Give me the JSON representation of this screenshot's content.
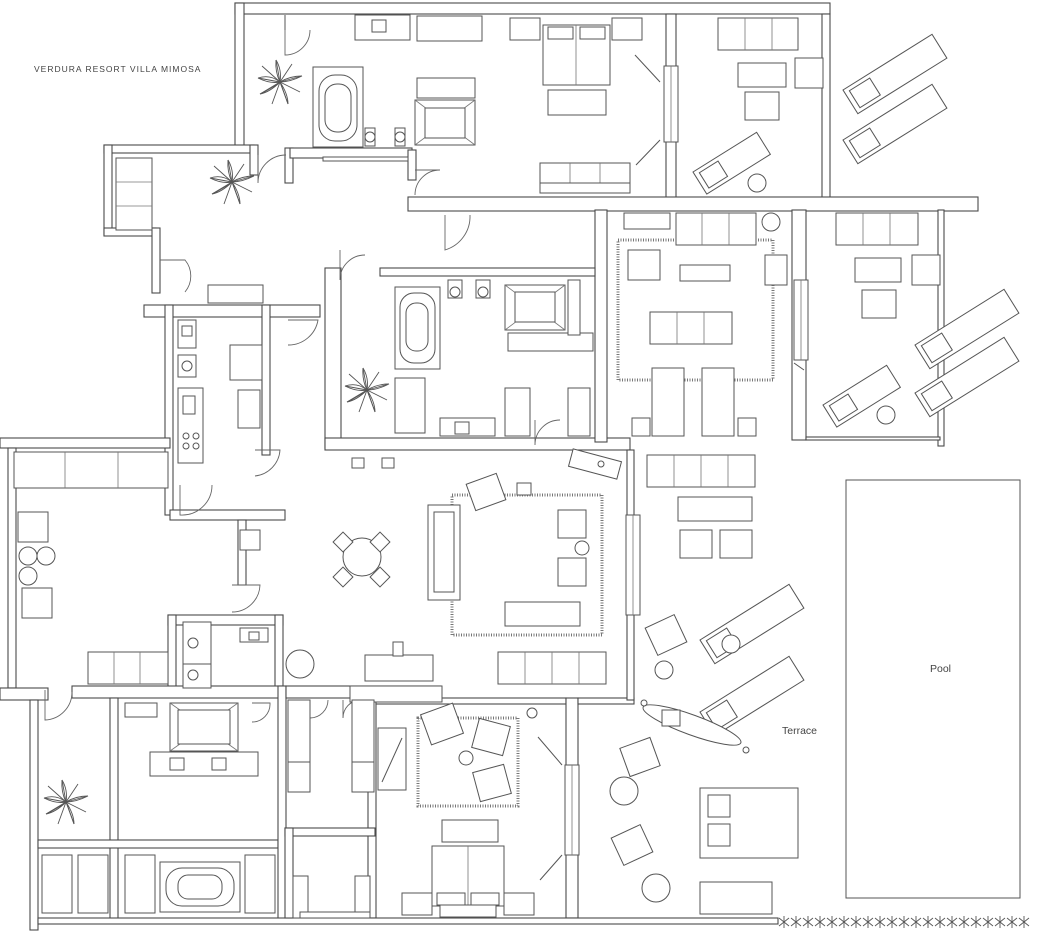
{
  "plan": {
    "title": "VERDURA RESORT VILLA MIMOSA",
    "labels": {
      "terrace": "Terrace",
      "pool": "Pool"
    },
    "colors": {
      "line": "#4a4a4a",
      "background": "#ffffff"
    }
  }
}
